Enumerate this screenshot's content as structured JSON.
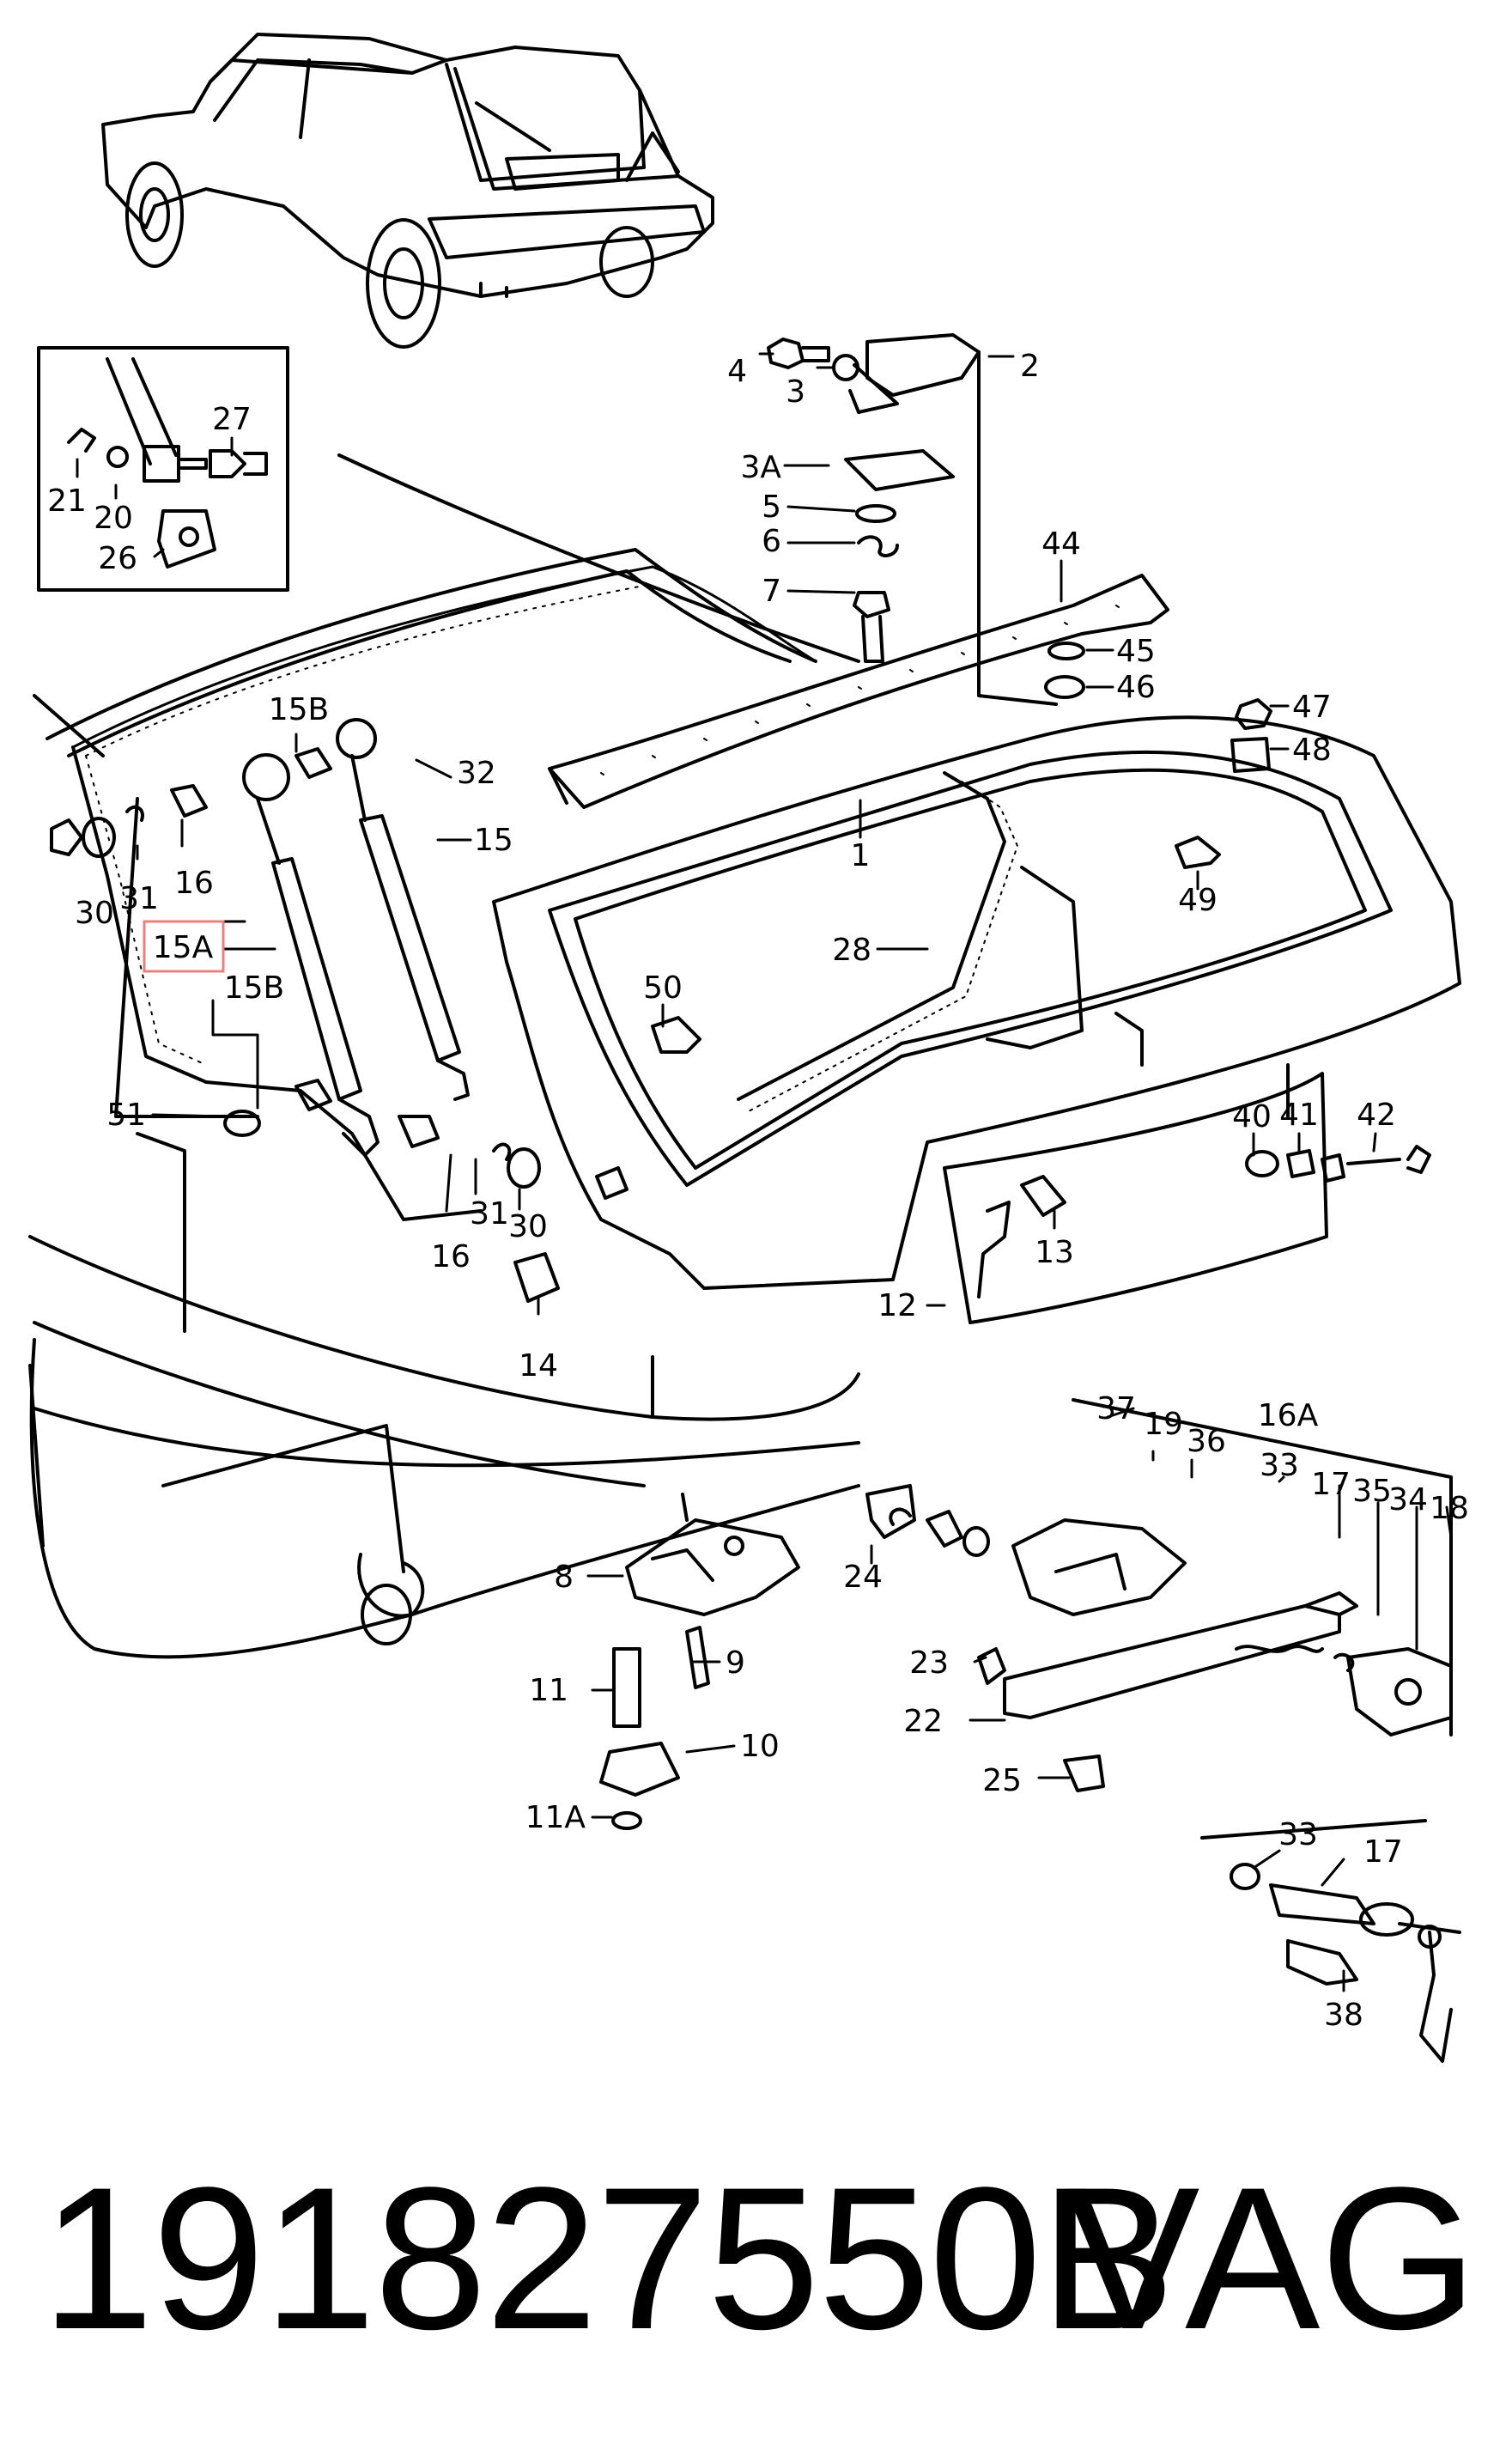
{
  "callouts": [
    {
      "id": "c-4",
      "label": "4"
    },
    {
      "id": "c-3",
      "label": "3"
    },
    {
      "id": "c-2",
      "label": "2"
    },
    {
      "id": "c-3a",
      "label": "3A"
    },
    {
      "id": "c-5",
      "label": "5"
    },
    {
      "id": "c-6",
      "label": "6"
    },
    {
      "id": "c-7",
      "label": "7"
    },
    {
      "id": "c-44",
      "label": "44"
    },
    {
      "id": "c-45",
      "label": "45"
    },
    {
      "id": "c-46",
      "label": "46"
    },
    {
      "id": "c-47",
      "label": "47"
    },
    {
      "id": "c-48",
      "label": "48"
    },
    {
      "id": "c-1",
      "label": "1"
    },
    {
      "id": "c-49",
      "label": "49"
    },
    {
      "id": "c-28",
      "label": "28"
    },
    {
      "id": "c-50",
      "label": "50"
    },
    {
      "id": "c-27",
      "label": "27"
    },
    {
      "id": "c-21",
      "label": "21"
    },
    {
      "id": "c-20",
      "label": "20"
    },
    {
      "id": "c-26",
      "label": "26"
    },
    {
      "id": "c-15b-top",
      "label": "15B"
    },
    {
      "id": "c-32",
      "label": "32"
    },
    {
      "id": "c-15",
      "label": "15"
    },
    {
      "id": "c-16-top",
      "label": "16"
    },
    {
      "id": "c-30-left",
      "label": "30"
    },
    {
      "id": "c-31-left",
      "label": "31"
    },
    {
      "id": "c-15a",
      "label": "15A"
    },
    {
      "id": "c-15b-bottom",
      "label": "15B"
    },
    {
      "id": "c-51",
      "label": "51"
    },
    {
      "id": "c-31-right",
      "label": "31"
    },
    {
      "id": "c-30-right",
      "label": "30"
    },
    {
      "id": "c-16-bottom",
      "label": "16"
    },
    {
      "id": "c-14",
      "label": "14"
    },
    {
      "id": "c-40",
      "label": "40"
    },
    {
      "id": "c-41",
      "label": "41"
    },
    {
      "id": "c-42",
      "label": "42"
    },
    {
      "id": "c-13",
      "label": "13"
    },
    {
      "id": "c-12",
      "label": "12"
    },
    {
      "id": "c-37",
      "label": "37"
    },
    {
      "id": "c-19",
      "label": "19"
    },
    {
      "id": "c-36",
      "label": "36"
    },
    {
      "id": "c-16a",
      "label": "16A"
    },
    {
      "id": "c-33-top",
      "label": "33"
    },
    {
      "id": "c-17-top",
      "label": "17"
    },
    {
      "id": "c-35",
      "label": "35"
    },
    {
      "id": "c-34",
      "label": "34"
    },
    {
      "id": "c-18",
      "label": "18"
    },
    {
      "id": "c-8",
      "label": "8"
    },
    {
      "id": "c-24",
      "label": "24"
    },
    {
      "id": "c-9",
      "label": "9"
    },
    {
      "id": "c-23",
      "label": "23"
    },
    {
      "id": "c-22",
      "label": "22"
    },
    {
      "id": "c-11",
      "label": "11"
    },
    {
      "id": "c-10",
      "label": "10"
    },
    {
      "id": "c-25",
      "label": "25"
    },
    {
      "id": "c-11a",
      "label": "11A"
    },
    {
      "id": "c-33-bottom",
      "label": "33"
    },
    {
      "id": "c-17-bottom",
      "label": "17"
    },
    {
      "id": "c-38",
      "label": "38"
    }
  ],
  "highlight": {
    "callout": "15A",
    "color": "#e88080"
  },
  "footer": {
    "part_number": "191827550B",
    "brand": "VAG"
  }
}
